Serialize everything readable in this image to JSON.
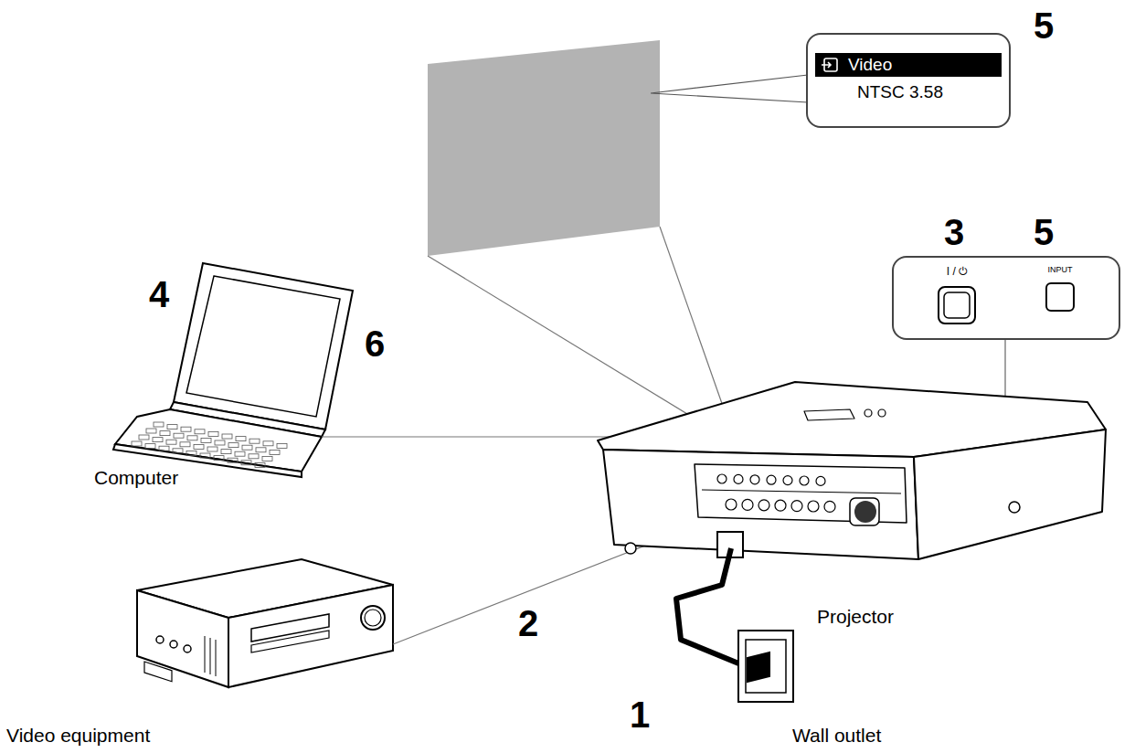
{
  "diagram": {
    "nodes": [
      {
        "text": [
          "Video",
          "NTSC 3.58"
        ]
      },
      {
        "text": [
          "I / ⏻",
          "INPUT"
        ]
      }
    ],
    "labels": [
      "5",
      "3",
      "5",
      "4",
      "6",
      "Computer",
      "2",
      "Projector",
      "1",
      "Wall outlet",
      "Video equipment"
    ]
  }
}
